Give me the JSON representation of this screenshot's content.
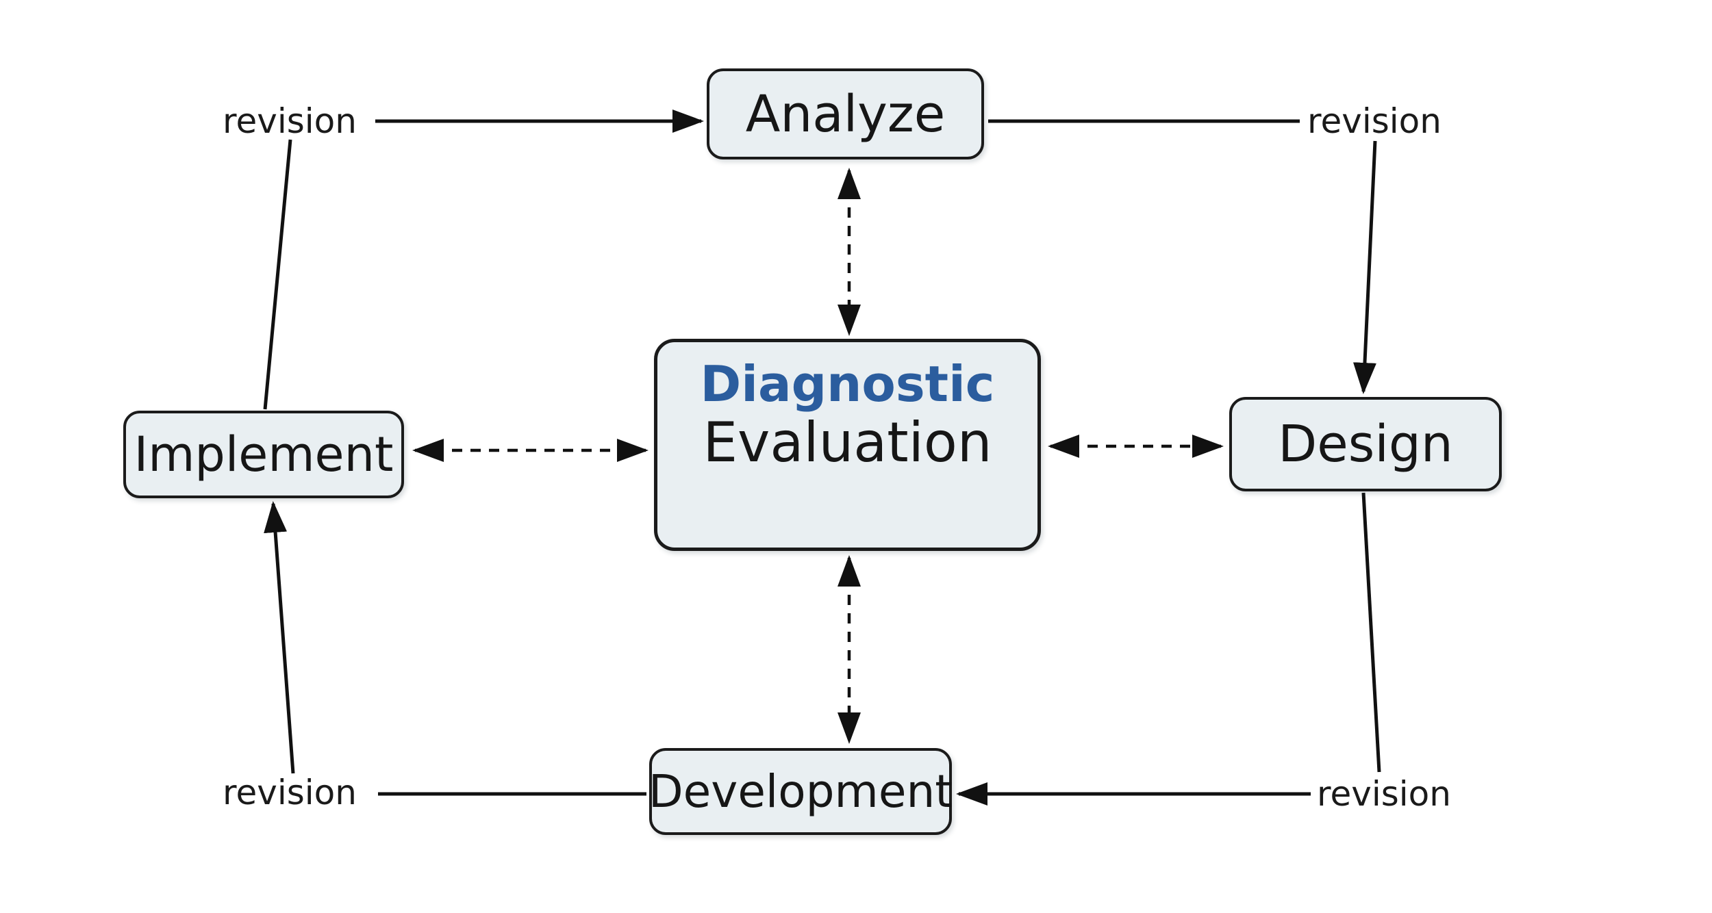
{
  "diagram": {
    "type": "process-cycle",
    "description": "ADDIE instructional design cycle with central diagnostic evaluation",
    "nodes": {
      "analyze": {
        "label": "Analyze"
      },
      "design": {
        "label": "Design"
      },
      "development": {
        "label": "Development"
      },
      "implement": {
        "label": "Implement"
      },
      "evaluation": {
        "line1": "Diagnostic",
        "line2": "Evaluation"
      }
    },
    "edge_labels": {
      "top_left": "revision",
      "top_right": "revision",
      "bottom_left": "revision",
      "bottom_right": "revision"
    },
    "edges": {
      "cycle": [
        "implement -> revision -> analyze",
        "analyze -> revision -> design",
        "design -> revision -> development",
        "development -> revision -> implement"
      ],
      "bidirectional_dashed": [
        "evaluation <-> analyze",
        "evaluation <-> design",
        "evaluation <-> development",
        "evaluation <-> implement"
      ]
    },
    "colors": {
      "background": "#ffffff",
      "node_fill": "#e9eff2",
      "node_border": "#1b1b1b",
      "line": "#111111",
      "accent_blue": "#2b5d9e"
    }
  }
}
